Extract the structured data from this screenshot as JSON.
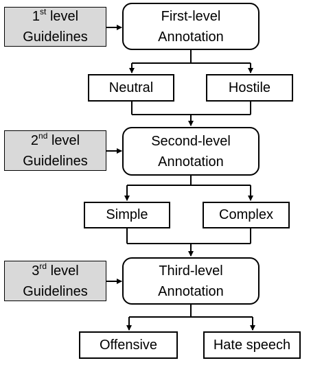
{
  "guidelines": [
    {
      "num": "1",
      "sup": "st",
      "word": "level",
      "line2": "Guidelines"
    },
    {
      "num": "2",
      "sup": "nd",
      "word": "level",
      "line2": "Guidelines"
    },
    {
      "num": "3",
      "sup": "rd",
      "word": "level",
      "line2": "Guidelines"
    }
  ],
  "annotations": [
    {
      "line1": "First-level",
      "line2": "Annotation"
    },
    {
      "line1": "Second-level",
      "line2": "Annotation"
    },
    {
      "line1": "Third-level",
      "line2": "Annotation"
    }
  ],
  "labels": {
    "neutral": "Neutral",
    "hostile": "Hostile",
    "simple": "Simple",
    "complex": "Complex",
    "offensive": "Offensive",
    "hate_speech": "Hate speech"
  },
  "colors": {
    "guideline_fill": "#d9d9d9",
    "stroke": "#000000"
  }
}
